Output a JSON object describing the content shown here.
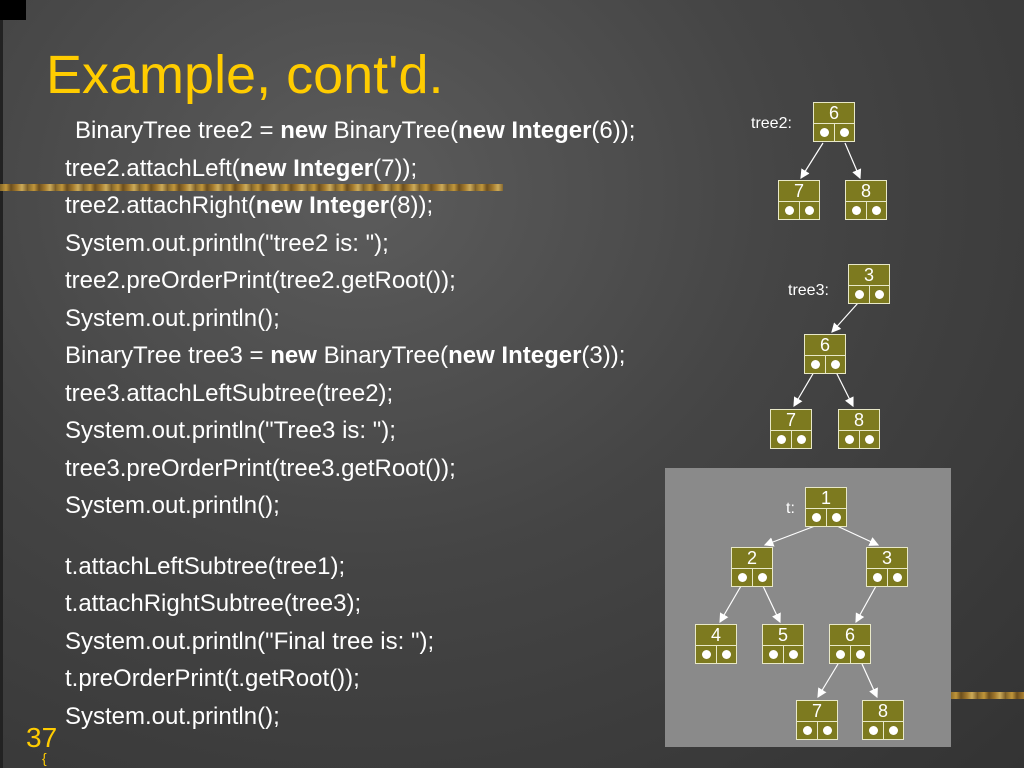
{
  "slide": {
    "title": "Example, cont'd.",
    "number": "37",
    "small_mark": "{"
  },
  "code_lines": [
    [
      {
        "t": "BinaryTree tree2 = "
      },
      {
        "t": "new",
        "b": true
      },
      {
        "t": " BinaryTree("
      },
      {
        "t": "new Integer",
        "b": true
      },
      {
        "t": "(6));"
      }
    ],
    [
      {
        "t": "tree2.attachLeft("
      },
      {
        "t": "new Integer",
        "b": true
      },
      {
        "t": "(7));"
      }
    ],
    [
      {
        "t": "tree2.attachRight("
      },
      {
        "t": "new Integer",
        "b": true
      },
      {
        "t": "(8));"
      }
    ],
    [
      {
        "t": "System.out.println(\"tree2 is: \");"
      }
    ],
    [
      {
        "t": "tree2.preOrderPrint(tree2.getRoot());"
      }
    ],
    [
      {
        "t": "System.out.println();"
      }
    ],
    [
      {
        "t": "BinaryTree tree3 = "
      },
      {
        "t": "new",
        "b": true
      },
      {
        "t": " BinaryTree("
      },
      {
        "t": "new Integer",
        "b": true
      },
      {
        "t": "(3));"
      }
    ],
    [
      {
        "t": "tree3.attachLeftSubtree(tree2);"
      }
    ],
    [
      {
        "t": "System.out.println(\"Tree3 is: \");"
      }
    ],
    [
      {
        "t": "tree3.preOrderPrint(tree3.getRoot());"
      }
    ],
    [
      {
        "t": "System.out.println();"
      }
    ],
    [
      {
        "t": "t.attachLeftSubtree(tree1);"
      }
    ],
    [
      {
        "t": "t.attachRightSubtree(tree3);"
      }
    ],
    [
      {
        "t": "System.out.println(\"Final tree is: \");"
      }
    ],
    [
      {
        "t": "t.preOrderPrint(t.getRoot());"
      }
    ],
    [
      {
        "t": "System.out.println();"
      }
    ]
  ],
  "trees": {
    "tree2": {
      "label": "tree2:",
      "nodes": [
        "6",
        "7",
        "8"
      ]
    },
    "tree3": {
      "label": "tree3:",
      "nodes": [
        "3",
        "6",
        "7",
        "8"
      ]
    },
    "t": {
      "label": "t:",
      "nodes": [
        "1",
        "2",
        "3",
        "4",
        "5",
        "6",
        "7",
        "8"
      ]
    }
  }
}
